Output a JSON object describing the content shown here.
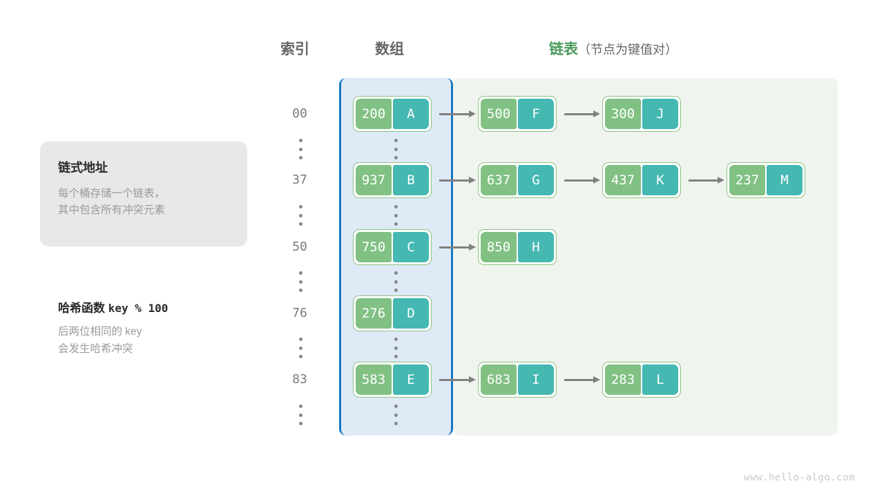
{
  "headers": {
    "index": "索引",
    "array": "数组",
    "linkedlist": "链表",
    "linkedlist_note": "（节点为键值对）"
  },
  "info_card": {
    "title": "链式地址",
    "line1": "每个桶存储一个链表，",
    "line2": "其中包含所有冲突元素"
  },
  "hash_info": {
    "title_label": "哈希函数",
    "title_formula": "key % 100",
    "line1": "后两位相同的 key",
    "line2": "会发生哈希冲突"
  },
  "colors": {
    "key_box": "#81c183",
    "value_box": "#45b8b2",
    "node_border": "#8cc182",
    "array_panel_bg": "#dfeaf7",
    "array_panel_border": "#1678c2",
    "bucket_panel_bg": "#eff5ee",
    "arrow": "#808080",
    "accent_green": "#4a9a5c",
    "index_text": "#7a7a7a"
  },
  "rows": [
    {
      "index": "00",
      "bucket": {
        "key": "200",
        "value": "A"
      },
      "chain": [
        {
          "key": "500",
          "value": "F"
        },
        {
          "key": "300",
          "value": "J"
        }
      ]
    },
    {
      "index": "37",
      "bucket": {
        "key": "937",
        "value": "B"
      },
      "chain": [
        {
          "key": "637",
          "value": "G"
        },
        {
          "key": "437",
          "value": "K"
        },
        {
          "key": "237",
          "value": "M"
        }
      ]
    },
    {
      "index": "50",
      "bucket": {
        "key": "750",
        "value": "C"
      },
      "chain": [
        {
          "key": "850",
          "value": "H"
        }
      ]
    },
    {
      "index": "76",
      "bucket": {
        "key": "276",
        "value": "D"
      },
      "chain": []
    },
    {
      "index": "83",
      "bucket": {
        "key": "583",
        "value": "E"
      },
      "chain": [
        {
          "key": "683",
          "value": "I"
        },
        {
          "key": "283",
          "value": "L"
        }
      ]
    }
  ],
  "watermark": "www.hello-algo.com"
}
